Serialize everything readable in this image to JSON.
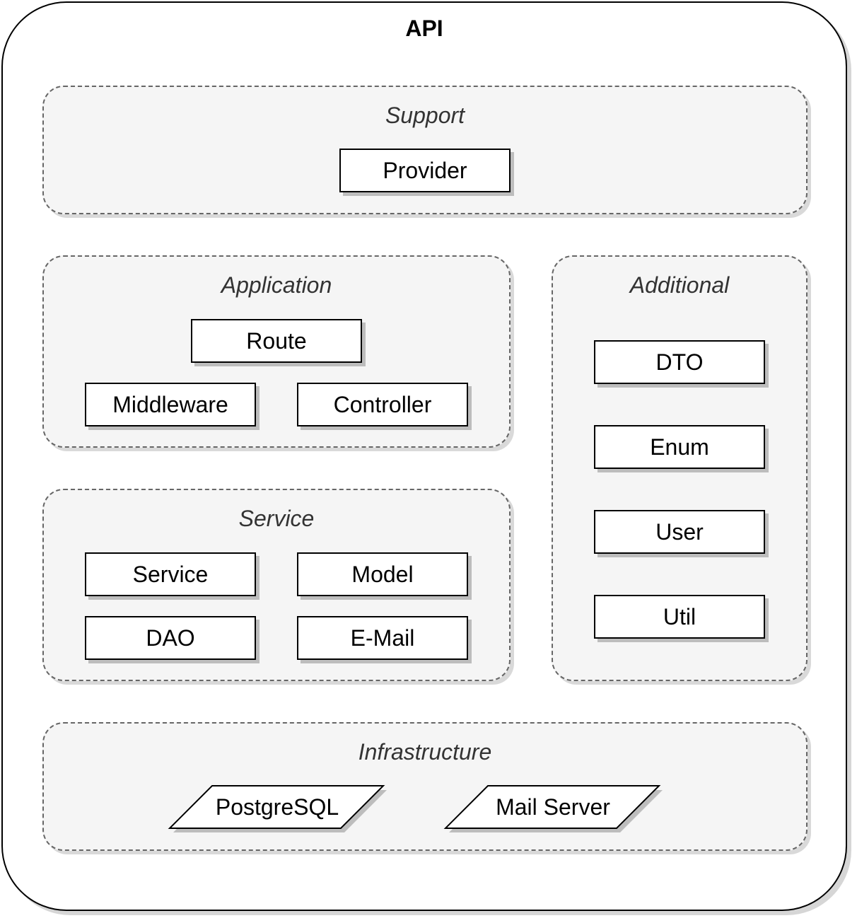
{
  "api": {
    "title": "API"
  },
  "support": {
    "title": "Support",
    "items": [
      "Provider"
    ]
  },
  "application": {
    "title": "Application",
    "items": [
      "Route",
      "Middleware",
      "Controller"
    ]
  },
  "additional": {
    "title": "Additional",
    "items": [
      "DTO",
      "Enum",
      "User",
      "Util"
    ]
  },
  "service": {
    "title": "Service",
    "items": [
      "Service",
      "Model",
      "DAO",
      "E-Mail"
    ]
  },
  "infrastructure": {
    "title": "Infrastructure",
    "items": [
      "PostgreSQL",
      "Mail Server"
    ]
  }
}
